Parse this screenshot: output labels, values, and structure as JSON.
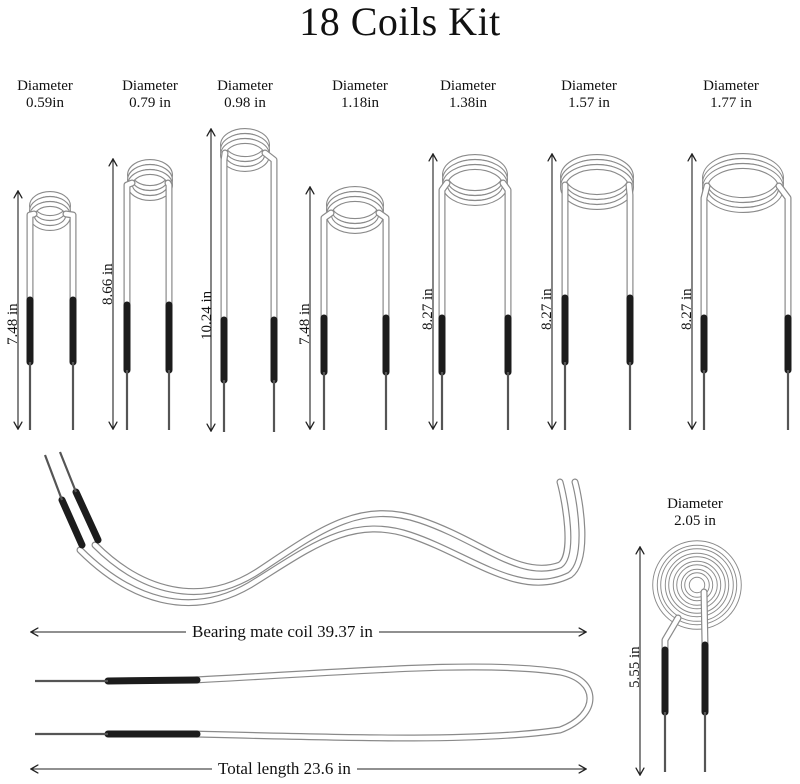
{
  "title": "18 Coils Kit",
  "coils": [
    {
      "diameter_label": "Diameter",
      "diameter_value": "0.59in",
      "length": "7.48 in"
    },
    {
      "diameter_label": "Diameter",
      "diameter_value": "0.79 in",
      "length": "8.66 in"
    },
    {
      "diameter_label": "Diameter",
      "diameter_value": "0.98 in",
      "length": "10.24 in"
    },
    {
      "diameter_label": "Diameter",
      "diameter_value": "1.18in",
      "length": "7.48 in"
    },
    {
      "diameter_label": "Diameter",
      "diameter_value": "1.38in",
      "length": "8.27 in"
    },
    {
      "diameter_label": "Diameter",
      "diameter_value": "1.57 in",
      "length": "8.27 in"
    },
    {
      "diameter_label": "Diameter",
      "diameter_value": "1.77 in",
      "length": "8.27 in"
    }
  ],
  "pancake": {
    "diameter_label": "Diameter",
    "diameter_value": "2.05 in",
    "length": "5.55 in"
  },
  "bearing": {
    "label": "Bearing mate coil 39.37  in"
  },
  "straight": {
    "label": "Total length  23.6  in"
  }
}
